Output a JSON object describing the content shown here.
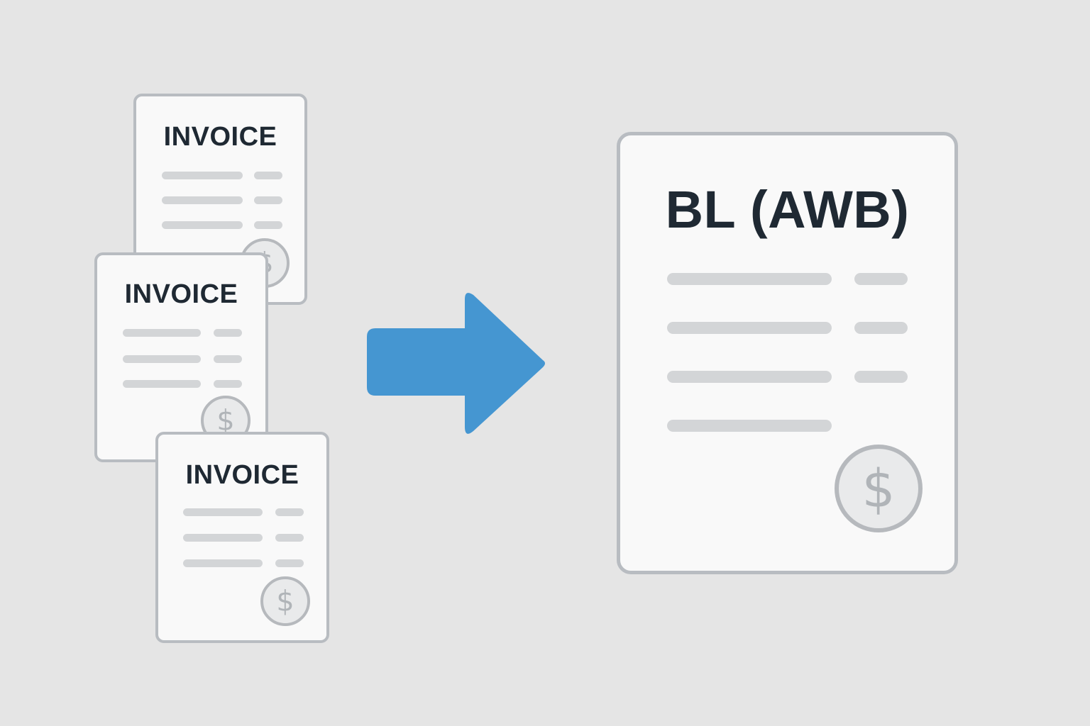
{
  "invoices": [
    {
      "title": "INVOICE"
    },
    {
      "title": "INVOICE"
    },
    {
      "title": "INVOICE"
    }
  ],
  "bill_of_lading": {
    "title": "BL (AWB)"
  },
  "icons": {
    "coin": "dollar-coin-icon",
    "arrow": "right-arrow-icon"
  },
  "colors": {
    "background": "#e5e5e5",
    "document_fill": "#f9f9f9",
    "document_border": "#b8bcc1",
    "placeholder_line": "#d3d5d7",
    "title_text": "#1f2933",
    "arrow": "#4596d1",
    "coin_border": "#b6b9bd"
  }
}
